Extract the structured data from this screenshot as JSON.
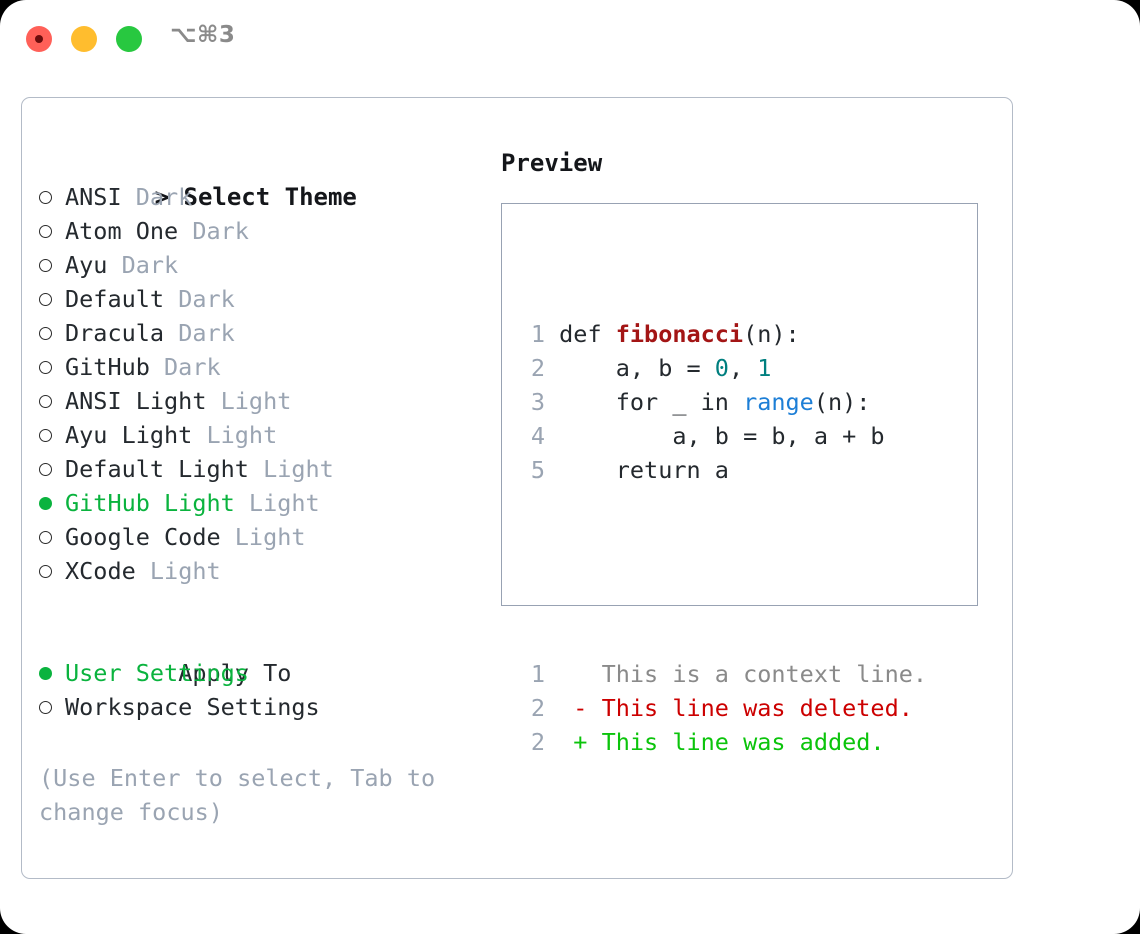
{
  "titlebar": {
    "shortcut": "⌥⌘3",
    "lights": [
      {
        "name": "close",
        "color": "#ff6058"
      },
      {
        "name": "minimize",
        "color": "#ffbd2e"
      },
      {
        "name": "maximize",
        "color": "#28c840"
      }
    ]
  },
  "theme_section": {
    "header": "> Select Theme",
    "items": [
      {
        "name": "ANSI",
        "kind": "Dark",
        "selected": false
      },
      {
        "name": "Atom One",
        "kind": "Dark",
        "selected": false
      },
      {
        "name": "Ayu",
        "kind": "Dark",
        "selected": false
      },
      {
        "name": "Default",
        "kind": "Dark",
        "selected": false
      },
      {
        "name": "Dracula",
        "kind": "Dark",
        "selected": false
      },
      {
        "name": "GitHub",
        "kind": "Dark",
        "selected": false
      },
      {
        "name": "ANSI Light",
        "kind": "Light",
        "selected": false
      },
      {
        "name": "Ayu Light",
        "kind": "Light",
        "selected": false
      },
      {
        "name": "Default Light",
        "kind": "Light",
        "selected": false
      },
      {
        "name": "GitHub Light",
        "kind": "Light",
        "selected": true
      },
      {
        "name": "Google Code",
        "kind": "Light",
        "selected": false
      },
      {
        "name": "XCode",
        "kind": "Light",
        "selected": false
      }
    ]
  },
  "apply_section": {
    "header": "Apply To",
    "items": [
      {
        "name": "User Settings",
        "selected": true
      },
      {
        "name": "Workspace Settings",
        "selected": false
      }
    ]
  },
  "hint": "(Use Enter to select, Tab to change focus)",
  "preview": {
    "title": "Preview",
    "code_lines": [
      {
        "num": "1",
        "tokens": [
          {
            "text": "def ",
            "style": "plain"
          },
          {
            "text": "fibonacci",
            "style": "func"
          },
          {
            "text": "(n):",
            "style": "plain"
          }
        ]
      },
      {
        "num": "2",
        "tokens": [
          {
            "text": "    a, b = ",
            "style": "plain"
          },
          {
            "text": "0",
            "style": "num"
          },
          {
            "text": ", ",
            "style": "plain"
          },
          {
            "text": "1",
            "style": "num"
          }
        ]
      },
      {
        "num": "3",
        "tokens": [
          {
            "text": "    for _ in ",
            "style": "plain"
          },
          {
            "text": "range",
            "style": "call"
          },
          {
            "text": "(n):",
            "style": "plain"
          }
        ]
      },
      {
        "num": "4",
        "tokens": [
          {
            "text": "        a, b = b, a + b",
            "style": "plain"
          }
        ]
      },
      {
        "num": "5",
        "tokens": [
          {
            "text": "    return a",
            "style": "plain"
          }
        ]
      }
    ],
    "diff_lines": [
      {
        "num": "1",
        "sign": " ",
        "text": " This is a context line.",
        "kind": "context"
      },
      {
        "num": "2",
        "sign": "-",
        "text": " This line was deleted.",
        "kind": "deleted"
      },
      {
        "num": "2",
        "sign": "+",
        "text": " This line was added.",
        "kind": "added"
      }
    ]
  },
  "colors": {
    "accent_green": "#0ab33e",
    "muted_gray": "#9aa4b2",
    "text": "#24292e",
    "func_red": "#a31515",
    "num_teal": "#007f7f",
    "call_blue": "#1c7ed6",
    "diff_del": "#cc0000",
    "diff_add": "#0bc40b",
    "panel_border": "#b3bbc7",
    "codebox_border": "#98a2b3"
  }
}
